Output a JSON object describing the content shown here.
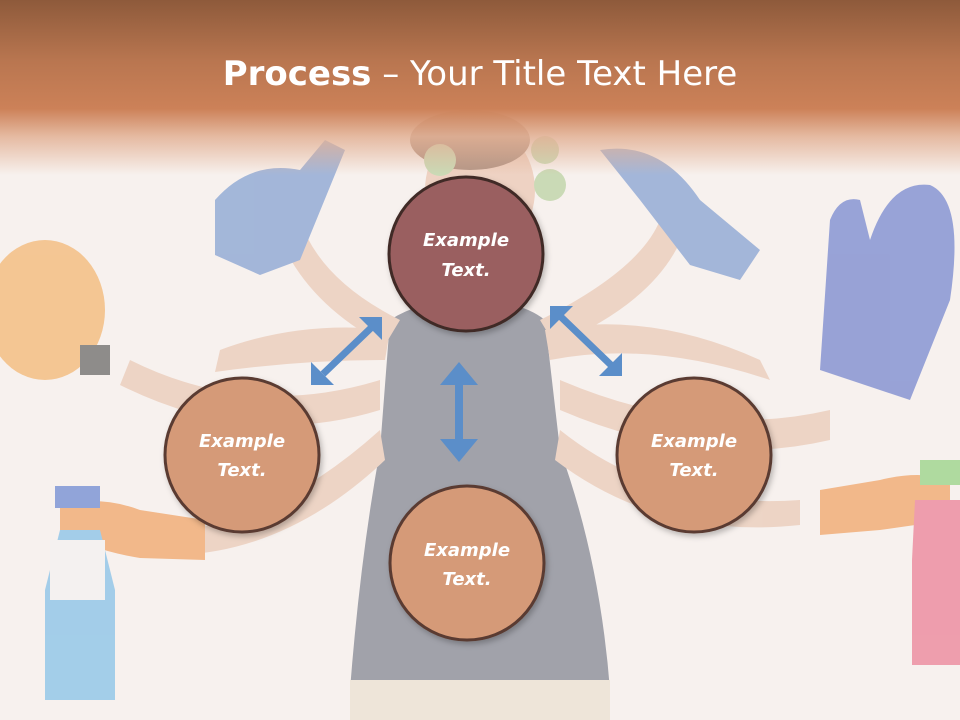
{
  "title": {
    "bold": "Process",
    "rest": " – Your Title Text Here"
  },
  "nodes": [
    {
      "line1": "Example",
      "line2": "Text."
    },
    {
      "line1": "Example",
      "line2": "Text."
    },
    {
      "line1": "Example",
      "line2": "Text."
    },
    {
      "line1": "Example",
      "line2": "Text."
    }
  ],
  "colors": {
    "header": "#c47a52",
    "top_node_fill": "#9a5f60",
    "node_fill": "#d59a78",
    "node_stroke": "#5a3b30",
    "arrow": "#5b8ec9",
    "title_text": "#ffffff"
  },
  "background_icons": [
    "woman-with-many-arms-photo",
    "glove-icon",
    "spray-bottle-icon",
    "oven-mitt-icon",
    "duster-icon"
  ]
}
